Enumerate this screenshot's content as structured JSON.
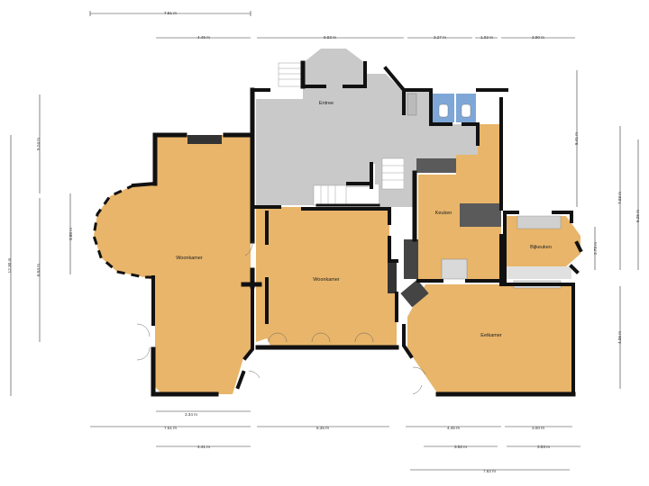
{
  "colors": {
    "living": "#e8b56a",
    "hall": "#c9c9c9",
    "wall": "#111111",
    "blue": "#7ea7d8",
    "counter": "#5a5a5a",
    "stair": "#ffffff"
  },
  "rooms": {
    "entree": "Entree",
    "woonkamer_left": "Woonkamer",
    "woonkamer_center": "Woonkamer",
    "keuken": "Keuken",
    "bijkeuken": "Bijkeuken",
    "eetkamer": "Eetkamer"
  },
  "dims": {
    "top_total": "7.51 m",
    "top_a": "4.49 m",
    "top_b": "9.93 m",
    "top_c": "3.27 m",
    "top_d": "1.02 m",
    "top_e": "3.90 m",
    "left_a": "5.24 m",
    "left_b": "3.88 m",
    "left_c": "6.53 m",
    "left_total": "12.30 m",
    "right_a": "8.41 m",
    "right_b": "7.03 m",
    "right_c": "5.25 m",
    "right_d": "2.73 m",
    "right_e": "4.06 m",
    "bottom_a": "3.34 m",
    "bottom_b": "7.51 m",
    "bottom_c": "6.35 m",
    "bottom_d": "4.45 m",
    "bottom_e": "3.00 m",
    "bottom_f": "4.41 m",
    "bottom_g": "3.52 m",
    "bottom_h": "3.53 m",
    "bottom_total": "7.62 m"
  }
}
